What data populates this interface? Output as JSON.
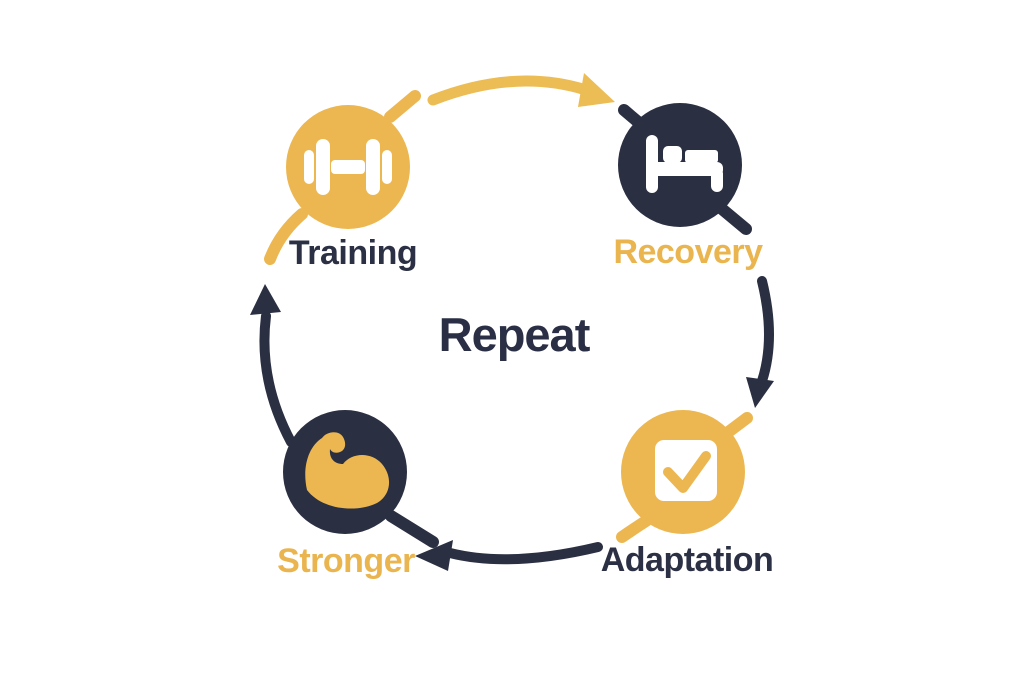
{
  "page": {
    "background": "#FFFFFF"
  },
  "diagram": {
    "center_label": "Repeat",
    "center_label_color": "#2A2F45",
    "colors": {
      "gold": "#ECB751",
      "navy": "#2A2F42",
      "white": "#FFFFFF"
    },
    "nodes": [
      {
        "id": "training",
        "label": "Training",
        "icon": "dumbbell-icon",
        "circle_color": "#ECB751",
        "label_color": "#2B3044",
        "icon_color": "#FFFFFF"
      },
      {
        "id": "recovery",
        "label": "Recovery",
        "icon": "bed-icon",
        "circle_color": "#2A2F42",
        "label_color": "#EAB54F",
        "icon_color": "#FFFFFF"
      },
      {
        "id": "adaptation",
        "label": "Adaptation",
        "icon": "checkmark-box-icon",
        "circle_color": "#ECB751",
        "label_color": "#2B3044",
        "icon_color": "#FFFFFF",
        "check_color": "#ECB751"
      },
      {
        "id": "stronger",
        "label": "Stronger",
        "icon": "flexed-bicep-icon",
        "circle_color": "#2A2F42",
        "label_color": "#EAB54F",
        "icon_color": "#ECB751"
      }
    ],
    "arrows": [
      {
        "name": "training-to-recovery",
        "color": "#ECBC55"
      },
      {
        "name": "recovery-to-adaptation",
        "color": "#2A2F42"
      },
      {
        "name": "adaptation-to-stronger",
        "color": "#2A2F42"
      },
      {
        "name": "stronger-to-training",
        "color": "#2A2F42"
      }
    ]
  }
}
